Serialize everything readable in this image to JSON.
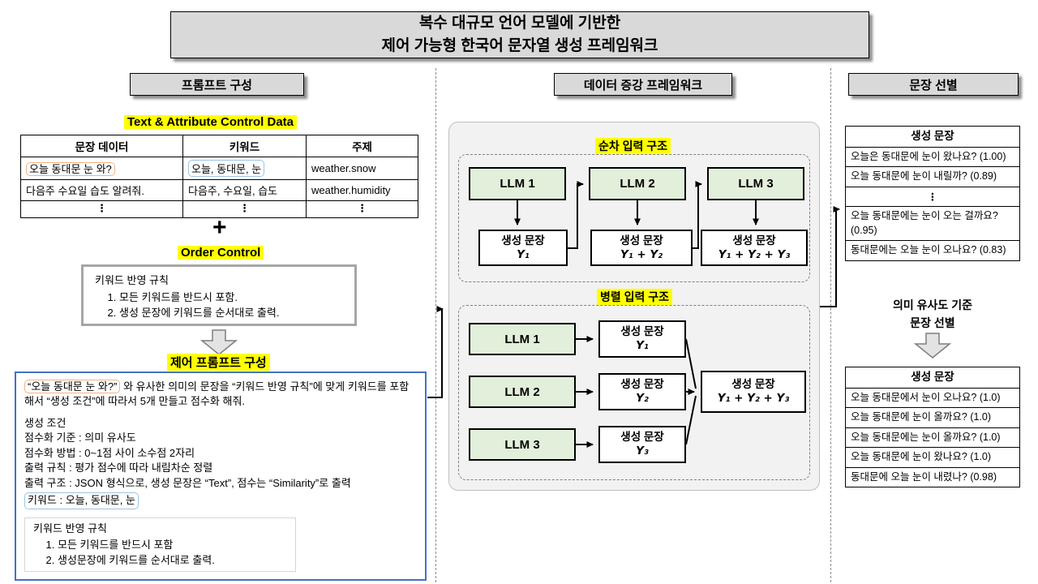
{
  "title": {
    "line1": "복수 대규모 언어 모델에 기반한",
    "line2": "제어 가능형 한국어 문자열 생성 프레임워크"
  },
  "headers": {
    "prompt": "프롬프트 구성",
    "augmentation": "데이터 증강 프레임워크",
    "selection": "문장 선별"
  },
  "prompt_section": {
    "table_label": "Text & Attribute Control Data",
    "table": {
      "headers": [
        "문장 데이터",
        "키워드",
        "주제"
      ],
      "rows": [
        [
          "오늘 동대문 눈 와?",
          "오늘, 동대문, 눈",
          "weather.snow"
        ],
        [
          "다음주 수요일 습도 알려줘.",
          "다음주, 수요일, 습도",
          "weather.humidity"
        ],
        [
          "⋮",
          "⋮",
          "⋮"
        ]
      ]
    },
    "plus_sign": "+",
    "order_control_label": "Order Control",
    "order_control": {
      "title": "키워드 반영 규칙",
      "rules": [
        "모든 키워드를 반드시 포함.",
        "생성 문장에 키워드를 순서대로 출력."
      ]
    },
    "prompt_label": "제어 프롬프트 구성",
    "prompt_box": {
      "source_sentence": "“오늘 동대문 눈 와?”",
      "intro_rest": " 와 유사한 의미의 문장을 “키워드 반영 규칙”에 맞게 키워드를 포함해서 “생성 조건”에 따라서 5개 만들고 점수화 해줘.",
      "conditions_title": "생성 조건",
      "conditions": [
        "점수화 기준 : 의미 유사도",
        "점수화 방법 : 0~1점 사이 소수점 2자리",
        "출력 규칙 : 평가 점수에 따라 내림차순 정렬",
        "출력 구조 : JSON 형식으로, 생성 문장은 “Text”, 점수는 “Similarity”로 출력"
      ],
      "keywords": "키워드 : 오늘, 동대문, 눈",
      "rules_title": "키워드 반영 규칙",
      "rules": [
        "모든 키워드를 반드시 포함",
        "생성문장에 키워드를 순서대로 출력."
      ]
    }
  },
  "framework_section": {
    "sequential_label": "순차 입력 구조",
    "parallel_label": "병렬 입력 구조",
    "gen_label": "생성 문장",
    "sequential": {
      "llms": [
        "LLM 1",
        "LLM 2",
        "LLM 3"
      ],
      "outputs": [
        "Y₁",
        "Y₁ + Y₂",
        "Y₁ + Y₂ + Y₃"
      ]
    },
    "parallel": {
      "llms": [
        "LLM 1",
        "LLM 2",
        "LLM 3"
      ],
      "outputs": [
        "Y₁",
        "Y₂",
        "Y₃"
      ],
      "merged_output": "Y₁ + Y₂ + Y₃"
    }
  },
  "selection_section": {
    "candidates_table": {
      "header": "생성 문장",
      "rows": [
        "오늘은 동대문에 눈이 왔나요? (1.00)",
        "오늘 동대문에 눈이 내릴까? (0.89)",
        "⋮",
        "오늘 동대문에는 눈이 오는 걸까요? (0.95)",
        "동대문에는 오늘 눈이 오나요? (0.83)"
      ]
    },
    "criterion_line1": "의미 유사도 기준",
    "criterion_line2": "문장 선별",
    "selected_table": {
      "header": "생성 문장",
      "rows": [
        "오늘 동대문에서 눈이 오나요? (1.0)",
        "오늘 동대문에 눈이 올까요? (1.0)",
        "오늘 동대문에는 눈이 올까요? (1.0)",
        "오늘 동대문에 눈이 왔나요? (1.0)",
        "동대문에 오늘 눈이 내렸나? (0.98)"
      ]
    }
  },
  "colors": {
    "highlight_yellow": "#ffff00",
    "llm_green": "#e2efda",
    "header_gray": "#d9d9d9",
    "prompt_border_blue": "#4472c4",
    "source_border_orange": "#f4b183",
    "keyword_border_blue": "#9dc3e6"
  }
}
